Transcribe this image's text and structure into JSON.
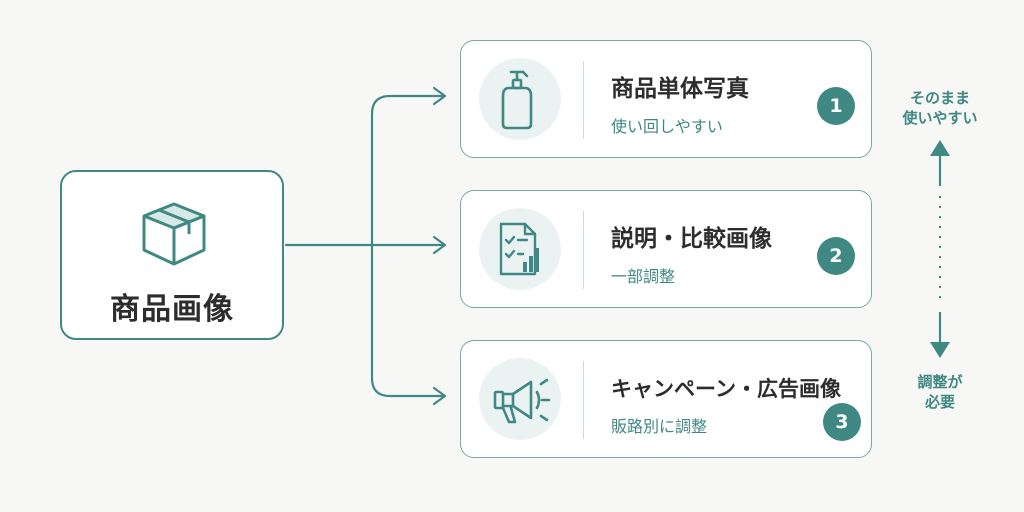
{
  "source": {
    "title": "商品画像",
    "icon": "box-icon"
  },
  "cards": [
    {
      "title": "商品単体写真",
      "subtitle": "使い回しやすい",
      "number": "1",
      "icon": "bottle-icon"
    },
    {
      "title": "説明・比較画像",
      "subtitle": "一部調整",
      "number": "2",
      "icon": "document-chart-icon"
    },
    {
      "title": "キャンペーン・広告画像",
      "subtitle": "販路別に調整",
      "number": "3",
      "icon": "megaphone-icon"
    }
  ],
  "scale": {
    "top_label_line1": "そのまま",
    "top_label_line2": "使いやすい",
    "bottom_label_line1": "調整が",
    "bottom_label_line2": "必要"
  },
  "colors": {
    "accent": "#3f8883",
    "card_border": "#7aa9a5",
    "icon_bg": "#eaf3f2",
    "background": "#f7f7f6"
  }
}
